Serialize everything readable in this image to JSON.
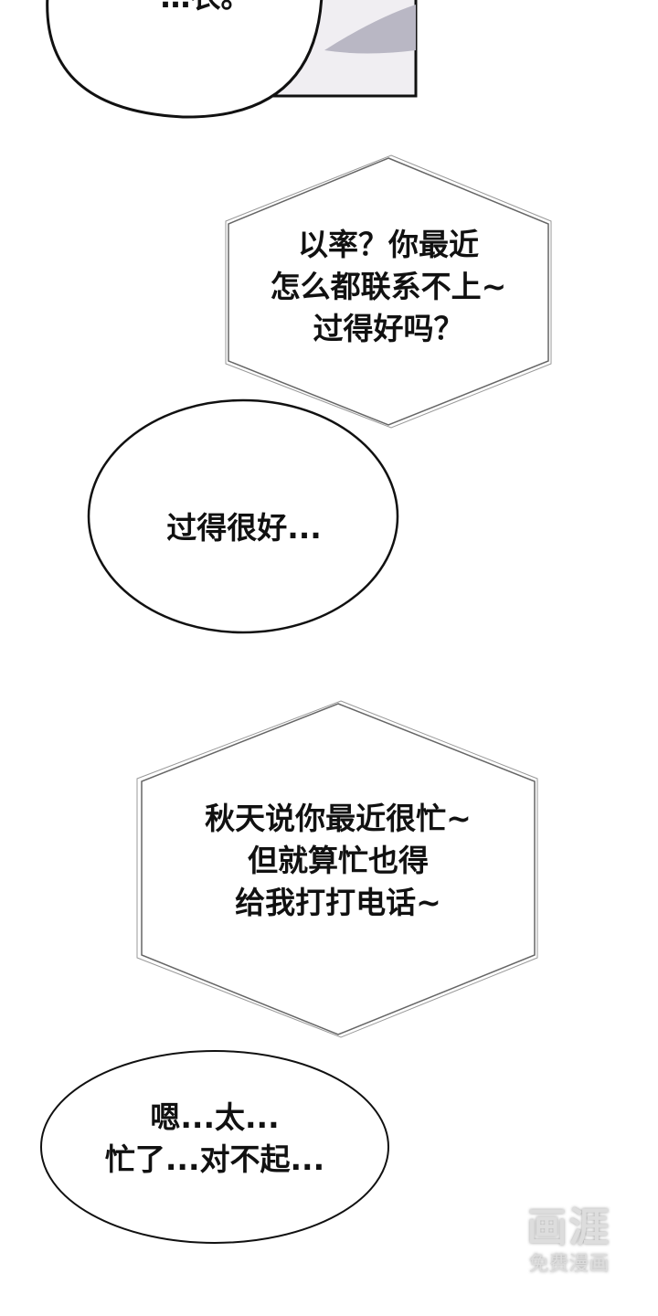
{
  "panel": {
    "top_bubble_text": "…衣。"
  },
  "bubbles": [
    {
      "lines": [
        "以率？你最近",
        "怎么都联系不上~",
        "过得好吗？"
      ]
    },
    {
      "lines": [
        "过得很好..."
      ]
    },
    {
      "lines": [
        "秋天说你最近很忙~",
        "但就算忙也得",
        "给我打打电话~"
      ]
    },
    {
      "lines": [
        "嗯...太...",
        "忙了...对不起..."
      ]
    }
  ],
  "watermark": {
    "logo": "画涯",
    "subtitle": "免费漫画"
  },
  "colors": {
    "panel_bg": "#f0eef2",
    "shadow": "#b9b7c4",
    "ink": "#111111"
  }
}
